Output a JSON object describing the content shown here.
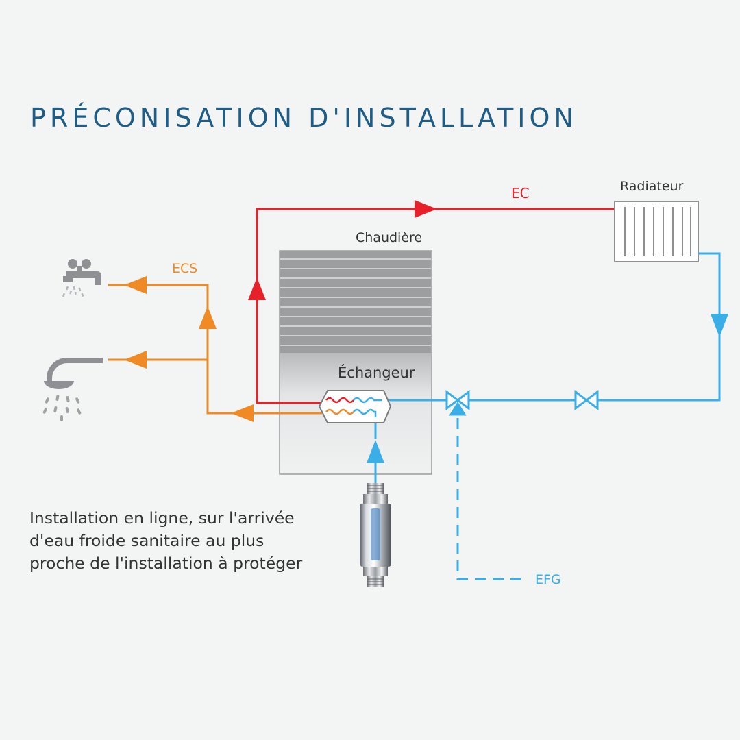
{
  "title": "PRÉCONISATION D'INSTALLATION",
  "labels": {
    "ec": "EC",
    "radiateur": "Radiateur",
    "chaudiere": "Chaudière",
    "ecs": "ECS",
    "echangeur": "Échangeur",
    "efg": "EFG"
  },
  "caption_lines": [
    "Installation en ligne, sur l'arrivée",
    "d'eau froide sanitaire au plus",
    "proche de l'installation à protéger"
  ],
  "colors": {
    "title": "#1f5d86",
    "hot_heating": "#e8202a",
    "hot_sanitary": "#f08a24",
    "cold": "#3aaee6",
    "text": "#333333"
  },
  "icons": [
    "faucet-icon",
    "shower-icon",
    "radiator-icon",
    "valve-icon",
    "water-filter-icon"
  ]
}
